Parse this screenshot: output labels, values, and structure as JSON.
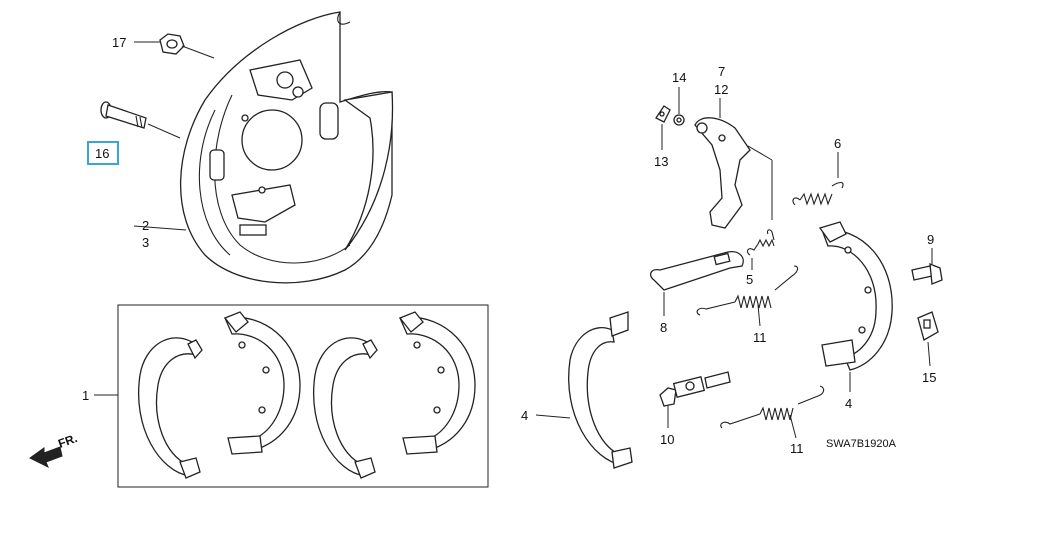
{
  "callouts": [
    {
      "id": "17",
      "text": "17"
    },
    {
      "id": "16",
      "text": "16",
      "highlight": true
    },
    {
      "id": "2",
      "text": "2"
    },
    {
      "id": "3",
      "text": "3"
    },
    {
      "id": "1",
      "text": "1"
    },
    {
      "id": "4a",
      "text": "4"
    },
    {
      "id": "14",
      "text": "14"
    },
    {
      "id": "13",
      "text": "13"
    },
    {
      "id": "7",
      "text": "7"
    },
    {
      "id": "12",
      "text": "12"
    },
    {
      "id": "6",
      "text": "6"
    },
    {
      "id": "5",
      "text": "5"
    },
    {
      "id": "8",
      "text": "8"
    },
    {
      "id": "11a",
      "text": "11"
    },
    {
      "id": "9",
      "text": "9"
    },
    {
      "id": "15",
      "text": "15"
    },
    {
      "id": "4b",
      "text": "4"
    },
    {
      "id": "10",
      "text": "10"
    },
    {
      "id": "11b",
      "text": "11"
    }
  ],
  "front_arrow": {
    "text": "FR."
  },
  "diagram_code": "SWA7B1920A",
  "colors": {
    "highlight": "#3aa6d8",
    "ink": "#222222"
  }
}
